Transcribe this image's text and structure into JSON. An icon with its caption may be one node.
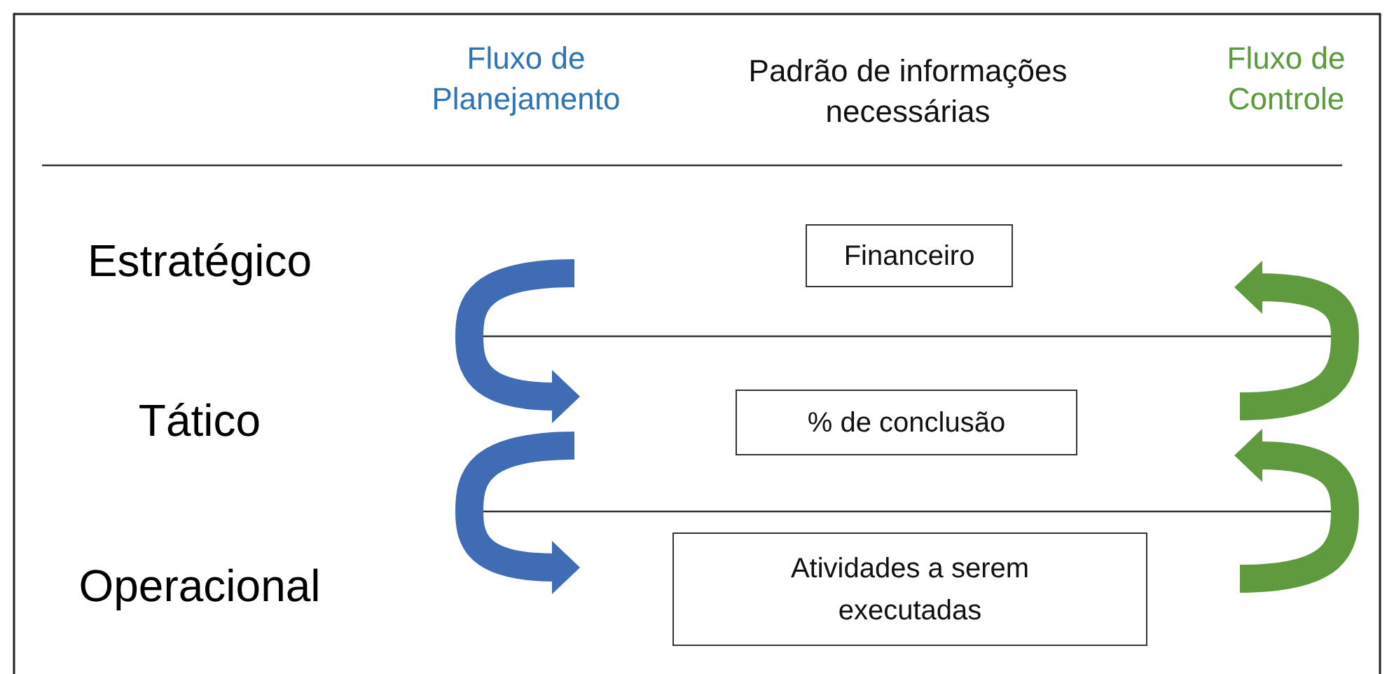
{
  "diagram": {
    "nodes": [
      {
        "text": [
          "Financeiro"
        ]
      },
      {
        "text": [
          "% de conclusão"
        ]
      },
      {
        "text": [
          "Atividades a serem executadas"
        ]
      }
    ],
    "labels": [
      "Fluxo de Planejamento",
      "Padrão de informações necessárias",
      "Fluxo de Controle",
      "Estratégico",
      "Tático",
      "Operacional"
    ]
  }
}
